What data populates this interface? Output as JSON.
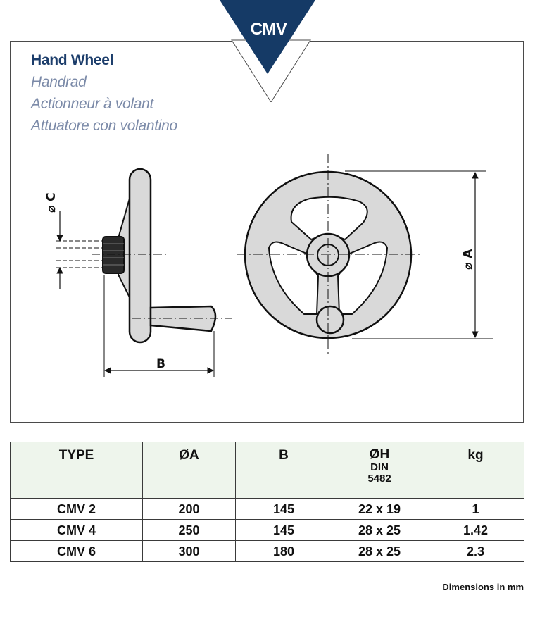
{
  "badge": {
    "label": "CMV",
    "color": "#153a66"
  },
  "title": {
    "en": "Hand Wheel",
    "de": "Handrad",
    "fr": "Actionneur à volant",
    "it": "Attuatore con volantino"
  },
  "drawing": {
    "dim_c": "C",
    "dim_b": "B",
    "dim_a": "A",
    "diameter_symbol": "⌀"
  },
  "table": {
    "headers": {
      "type": "TYPE",
      "a": "ØA",
      "b": "B",
      "h_line1": "ØH",
      "h_line2": "DIN",
      "h_line3": "5482",
      "kg": "kg"
    },
    "rows": [
      {
        "type": "CMV 2",
        "a": "200",
        "b": "145",
        "h": "22 x 19",
        "kg": "1"
      },
      {
        "type": "CMV 4",
        "a": "250",
        "b": "145",
        "h": "28 x 25",
        "kg": "1.42"
      },
      {
        "type": "CMV 6",
        "a": "300",
        "b": "180",
        "h": "28 x 25",
        "kg": "2.3"
      }
    ]
  },
  "footnote": "Dimensions in mm",
  "colors": {
    "header_bg": "#eef5ec",
    "title_blue": "#1c3d6b",
    "subtitle_blue": "#7b8aa8",
    "part_fill": "#d9d9d9"
  }
}
